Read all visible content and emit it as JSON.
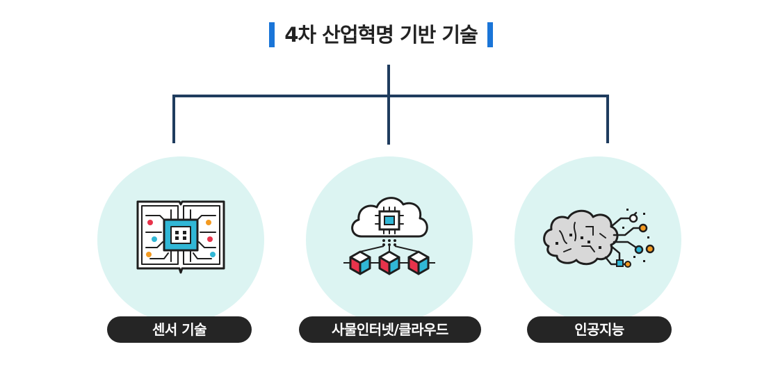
{
  "title": "4차 산업혁명 기반 기술",
  "colors": {
    "accent": "#1a75d8",
    "connector": "#1f3c5e",
    "circle": "#dcf4f2",
    "pill": "#252525",
    "icon_outline": "#1e1e1e",
    "icon_chip": "#31b7d6",
    "icon_red": "#e8334b",
    "icon_orange": "#f39a21",
    "icon_gray": "#d8d8d8"
  },
  "nodes": [
    {
      "label": "센서 기술",
      "icon": "circuit-book-icon"
    },
    {
      "label": "사물인터넷/클라우드",
      "icon": "cloud-network-icon"
    },
    {
      "label": "인공지능",
      "icon": "ai-brain-icon"
    }
  ]
}
